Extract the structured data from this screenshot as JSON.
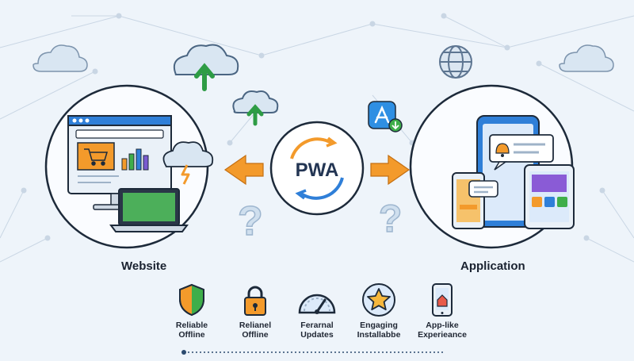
{
  "diagram": {
    "center_label": "PWA",
    "left_label": "Website",
    "right_label": "Application",
    "features": [
      {
        "icon": "shield-icon",
        "line1": "Reliable",
        "line2": "Offline"
      },
      {
        "icon": "lock-icon",
        "line1": "Relianel",
        "line2": "Offline"
      },
      {
        "icon": "gauge-icon",
        "line1": "Ferarnal",
        "line2": "Updates"
      },
      {
        "icon": "star-icon",
        "line1": "Engaging",
        "line2": "Installabbe"
      },
      {
        "icon": "phone-home-icon",
        "line1": "App-like",
        "line2": "Experieance"
      }
    ],
    "colors": {
      "accent_orange": "#f39a2b",
      "accent_blue": "#2f7fd8",
      "green": "#3fae4a",
      "outline": "#1d2a3a",
      "background": "#eef4fa"
    }
  }
}
